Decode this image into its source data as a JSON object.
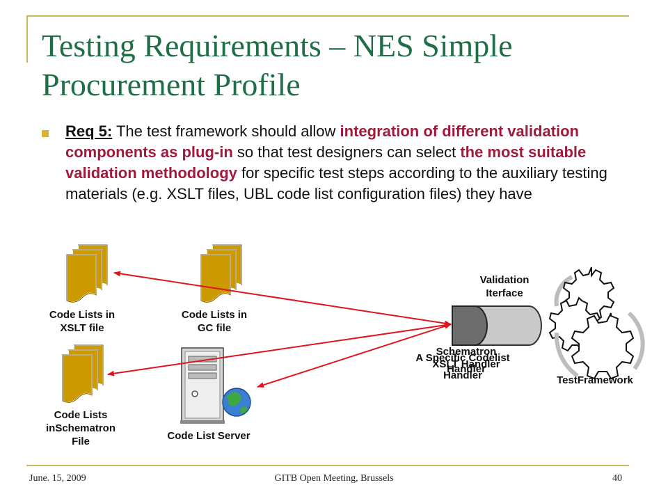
{
  "slide": {
    "title_line1": "Testing Requirements – NES Simple",
    "title_line2": "Procurement Profile",
    "req_label": "Req 5:",
    "text_1": " The test framework should allow ",
    "emph_1": "integration of different validation components as plug-in",
    "text_2": " so that test designers can select ",
    "emph_2": "the most suitable validation methodology",
    "text_3": " for specific test steps according to the auxiliary testing materials (e.g. XSLT files, UBL code list configuration files) they have"
  },
  "diagram": {
    "doc_xslt_label_1": "Code Lists in",
    "doc_xslt_label_2": "XSLT file",
    "doc_gc_label_1": "Code Lists in",
    "doc_gc_label_2": "GC file",
    "doc_sch_label_1": "Code Lists",
    "doc_sch_label_2": "inSchematron",
    "doc_sch_label_3": "File",
    "server_label": "Code List Server",
    "validation_label_1": "Validation",
    "validation_label_2": "Iterface",
    "handler_overlap_1": "Schematron",
    "handler_overlap_2": "A Specific Codelist",
    "handler_overlap_3": "XSLT Handler",
    "handler_overlap_4": "Handler",
    "handler_overlap_5": "Handler",
    "framework_label": "TestFramework",
    "colors": {
      "document": "#cc9900",
      "arrow": "#e0141e",
      "title": "#1f6e45",
      "emphasis": "#a01a3c"
    }
  },
  "footer": {
    "date": "June. 15, 2009",
    "event": "GITB Open Meeting, Brussels",
    "page": "40"
  }
}
